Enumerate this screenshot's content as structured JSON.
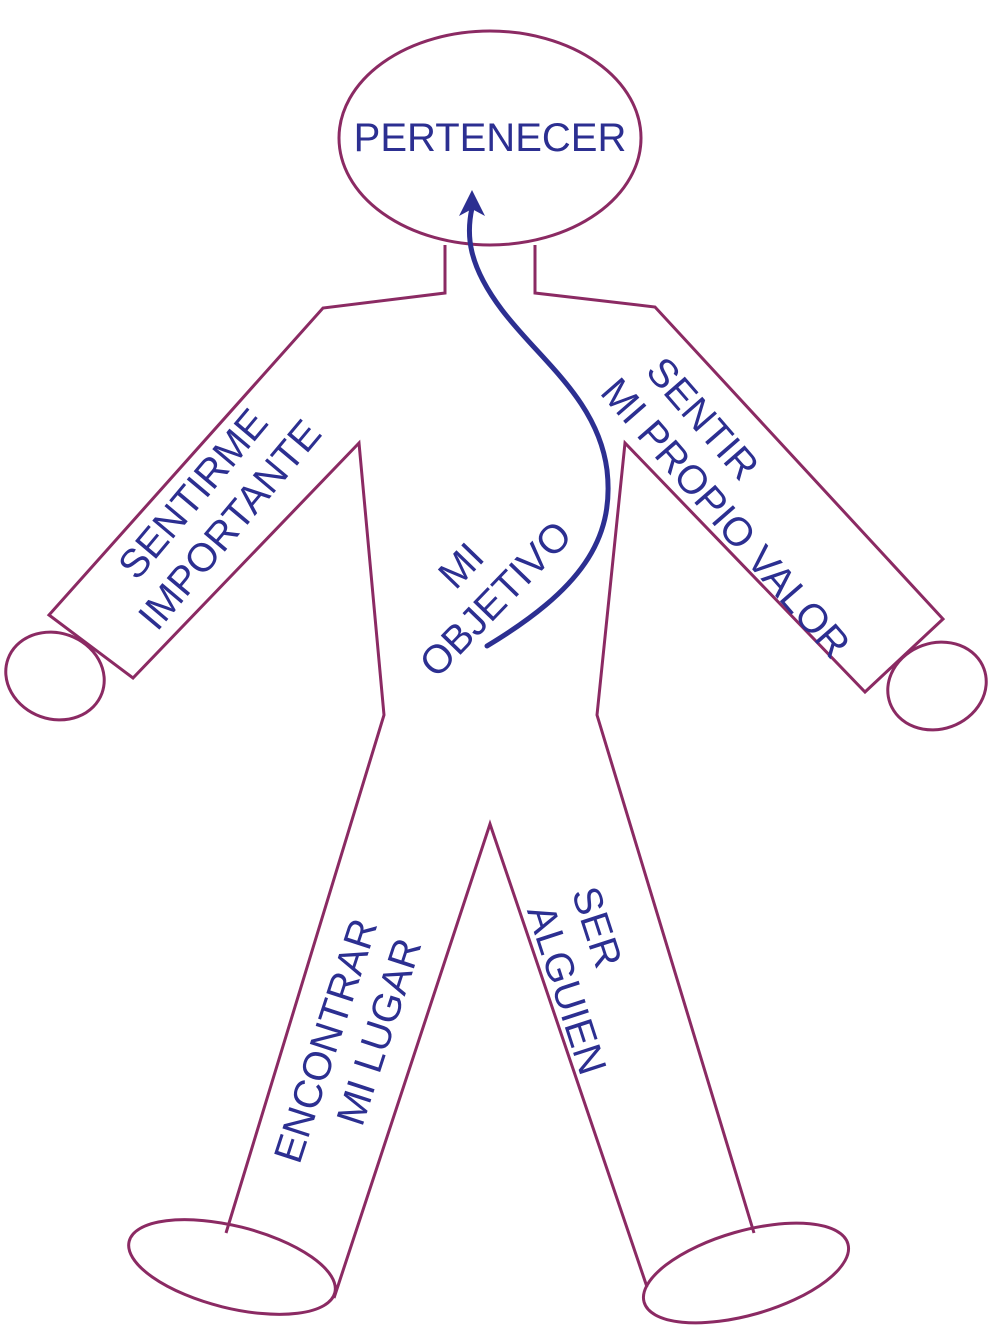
{
  "colors": {
    "outline": "#8b2a63",
    "text": "#2c2f91",
    "arrow": "#2c2f91"
  },
  "labels": {
    "head": "PERTENECER",
    "left_arm": [
      "SENTIRME",
      "IMPORTANTE"
    ],
    "right_arm": [
      "SENTIR",
      "MI PROPIO VALOR"
    ],
    "torso": [
      "MI",
      "OBJETIVO"
    ],
    "left_leg": [
      "ENCONTRAR",
      "MI LUGAR"
    ],
    "right_leg": [
      "SER",
      "ALGUIEN"
    ]
  }
}
